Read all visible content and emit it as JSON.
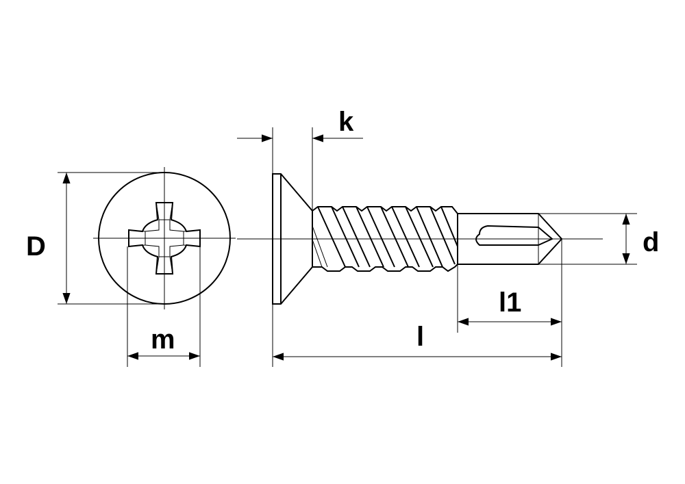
{
  "dimension_labels": {
    "D": "D",
    "m": "m",
    "k": "k",
    "d": "d",
    "l1": "l1",
    "l": "l"
  },
  "colors": {
    "line": "#000000",
    "background": "#ffffff"
  }
}
